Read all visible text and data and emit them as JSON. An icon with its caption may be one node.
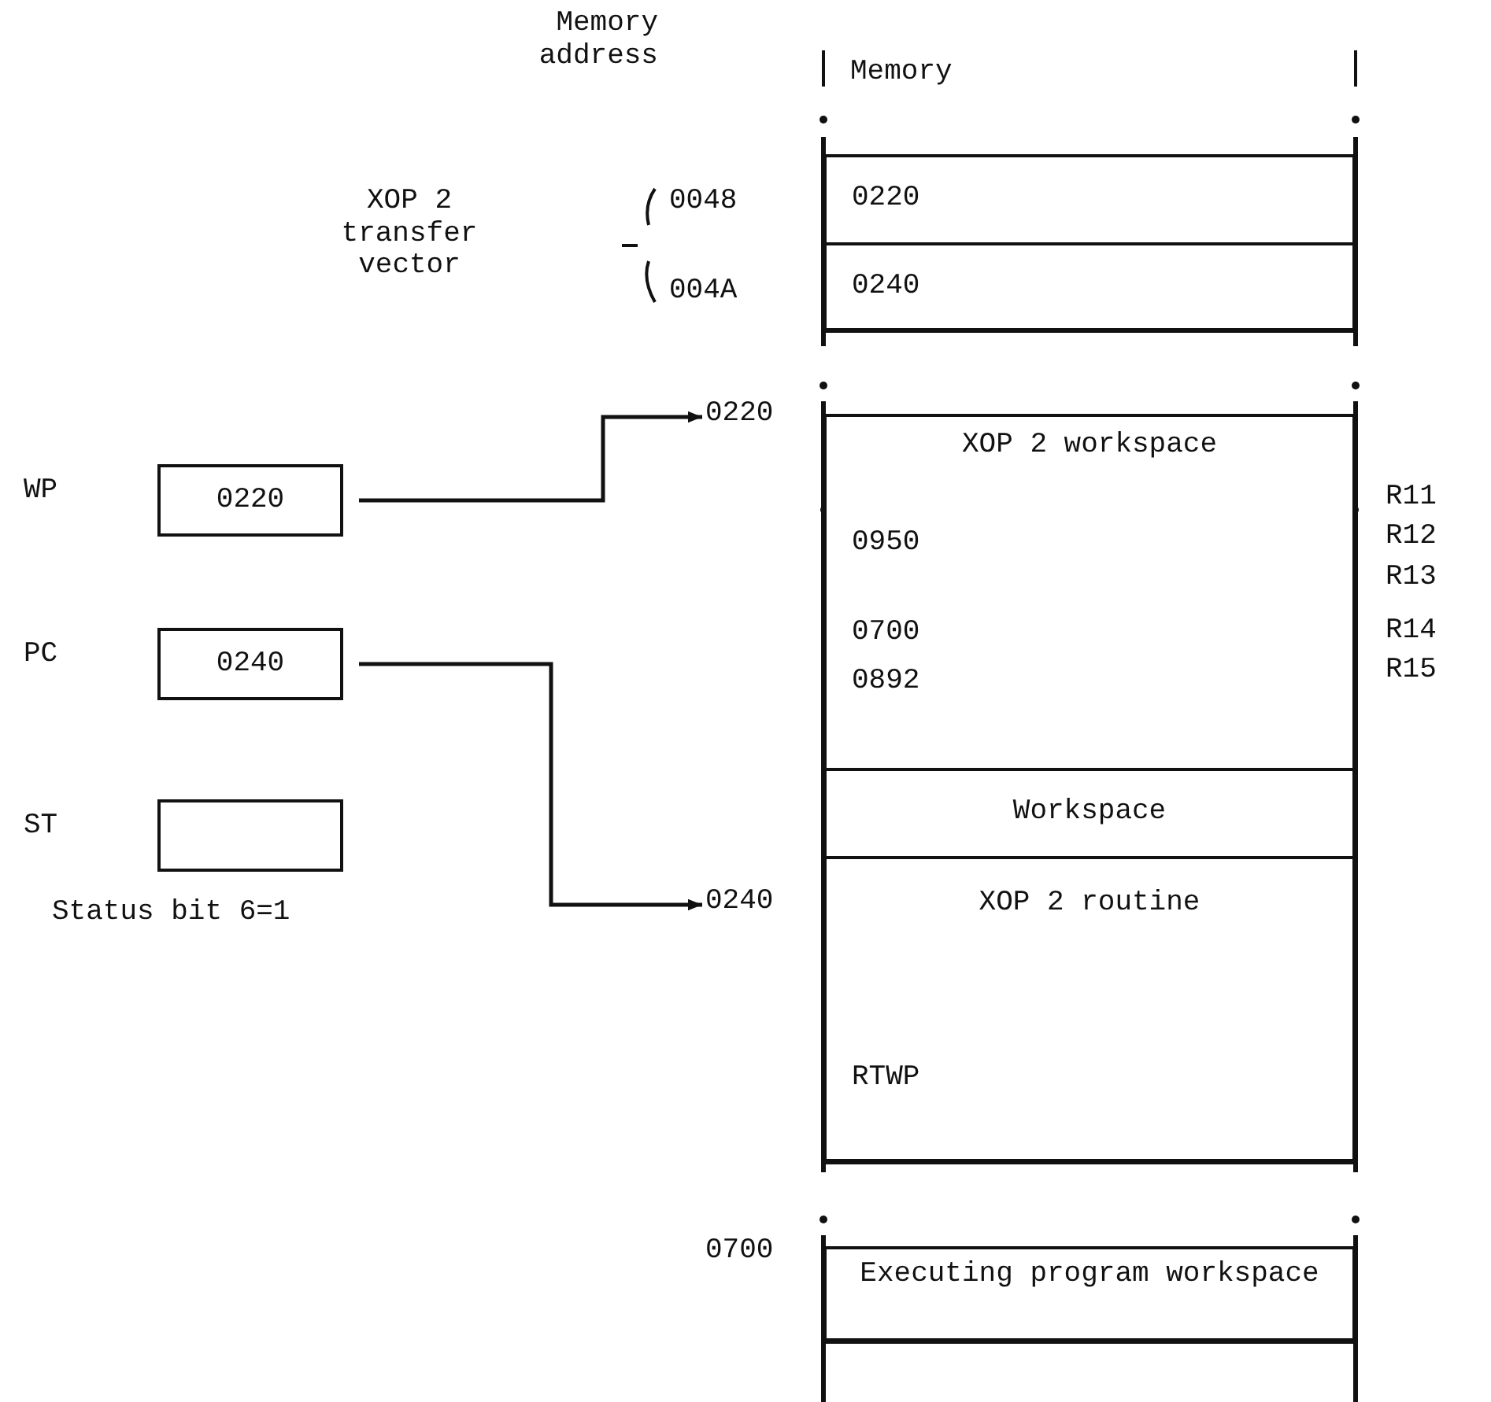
{
  "diagram": {
    "nodes": [
      {
        "text": [
          "0220"
        ],
        "beside": [
          "WP"
        ]
      },
      {
        "text": [
          "0240"
        ],
        "beside": [
          "PC"
        ]
      },
      {
        "text": [],
        "shape": "box",
        "beside": [
          "ST"
        ]
      },
      {
        "text": [
          "0220"
        ]
      },
      {
        "text": [
          "0240"
        ]
      },
      {
        "text": [
          "0220"
        ]
      },
      {
        "text": [
          "0240"
        ]
      },
      {
        "text": [
          "XOP 2 workspace",
          "0950",
          "0700",
          "0892"
        ],
        "beside": [
          "R11",
          "R12",
          "R13",
          "R14",
          "R15"
        ]
      },
      {
        "text": [
          "Workspace"
        ]
      },
      {
        "text": [
          "XOP 2 routine",
          "RTWP"
        ]
      },
      {
        "text": [
          "Executing program workspace"
        ]
      }
    ],
    "edges": [
      {
        "from": 0,
        "to": 3,
        "arrow": "to"
      },
      {
        "from": 1,
        "to": 4,
        "arrow": "to"
      }
    ],
    "labels": [
      "Memory address",
      "Memory",
      "XOP 2 transfer vector",
      "0048",
      "004A",
      "Status bit 6=1",
      "0700"
    ]
  }
}
